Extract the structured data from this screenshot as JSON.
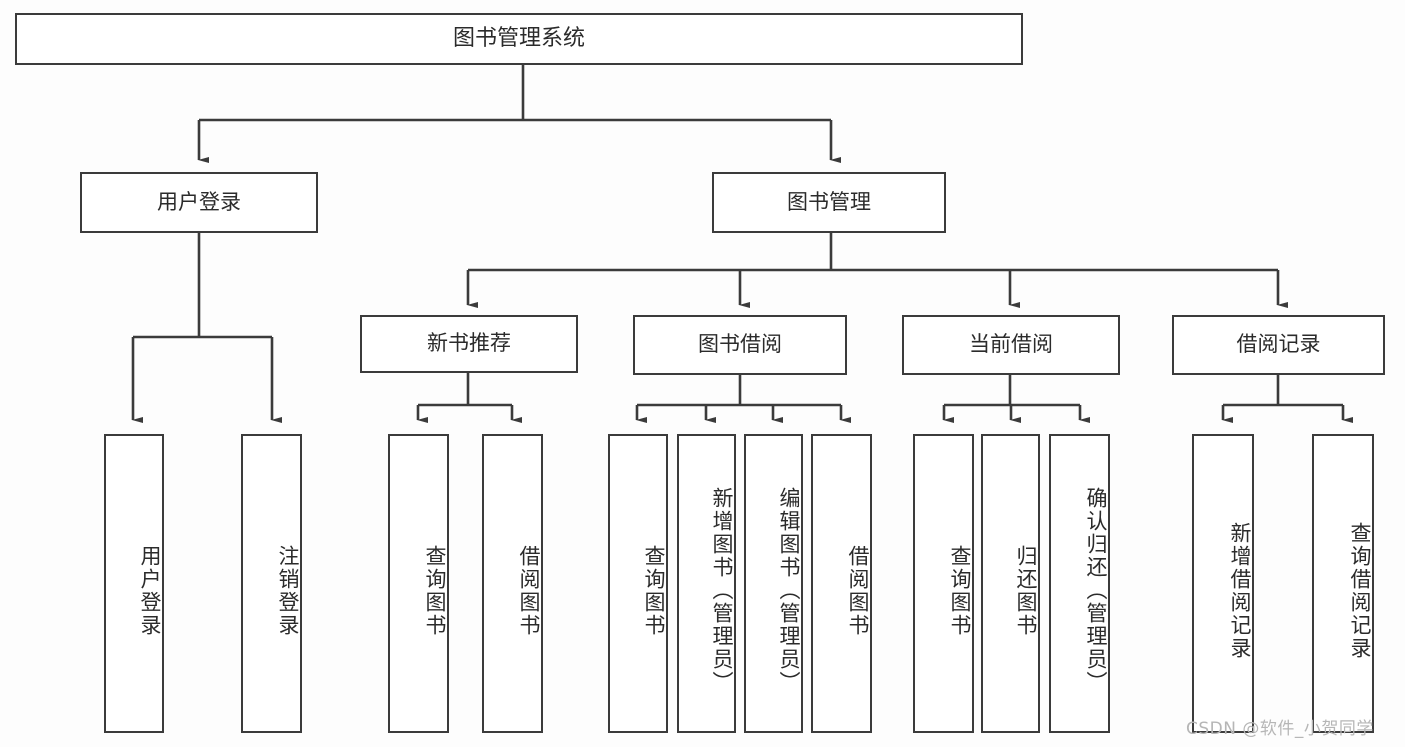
{
  "diagram": {
    "title": "图书管理系统",
    "type": "tree",
    "watermark": "CSDN @软件_小贺同学",
    "colors": {
      "border": "#3b3b3b",
      "node_fill": "#ffffff",
      "text": "#2b2b2b",
      "connector": "#3b3b3b",
      "page_background": "#fdfdfd",
      "watermark": "#b6b6b6"
    },
    "root": {
      "label": "图书管理系统"
    },
    "level1": [
      {
        "label": "用户登录"
      },
      {
        "label": "图书管理"
      }
    ],
    "level2": [
      {
        "label": "新书推荐"
      },
      {
        "label": "图书借阅"
      },
      {
        "label": "当前借阅"
      },
      {
        "label": "借阅记录"
      }
    ],
    "leaves": {
      "user_login": [
        {
          "label": "用户登录"
        },
        {
          "label": "注销登录"
        }
      ],
      "new_book_recommend": [
        {
          "label": "查询图书"
        },
        {
          "label": "借阅图书"
        }
      ],
      "book_borrow": [
        {
          "label": "查询图书"
        },
        {
          "label": "新增图书（管理员）"
        },
        {
          "label": "编辑图书（管理员）"
        },
        {
          "label": "借阅图书"
        }
      ],
      "current_borrow": [
        {
          "label": "查询图书"
        },
        {
          "label": "归还图书"
        },
        {
          "label": "确认归还（管理员）"
        }
      ],
      "borrow_record": [
        {
          "label": "新增借阅记录"
        },
        {
          "label": "查询借阅记录"
        }
      ]
    }
  }
}
